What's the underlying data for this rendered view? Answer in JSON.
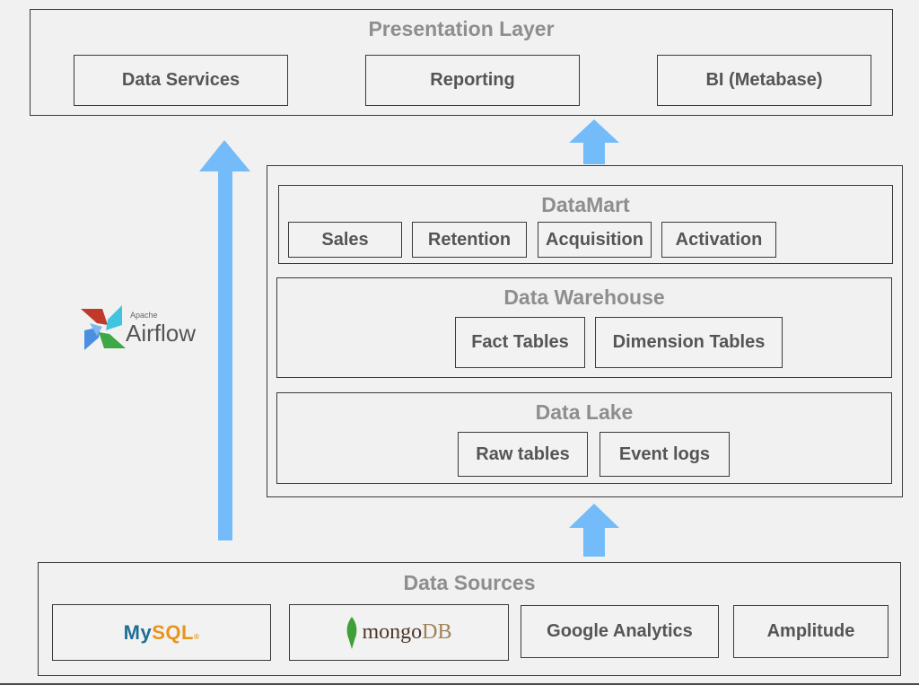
{
  "presentation_layer": {
    "title": "Presentation Layer",
    "items": [
      "Data Services",
      "Reporting",
      "BI (Metabase)"
    ]
  },
  "datamart": {
    "title": "DataMart",
    "items": [
      "Sales",
      "Retention",
      "Acquisition",
      "Activation"
    ]
  },
  "data_warehouse": {
    "title": "Data Warehouse",
    "items": [
      "Fact Tables",
      "Dimension Tables"
    ]
  },
  "data_lake": {
    "title": "Data Lake",
    "items": [
      "Raw tables",
      "Event logs"
    ]
  },
  "data_sources": {
    "title": "Data Sources",
    "mysql": {
      "my": "My",
      "sql": "SQL",
      "reg": "®"
    },
    "mongodb": {
      "mongo": "mongo",
      "db": "DB"
    },
    "items": [
      "Google Analytics",
      "Amplitude"
    ]
  },
  "airflow": {
    "apache": "Apache",
    "name": "Airflow"
  },
  "colors": {
    "arrow": "#74bcf9",
    "mysql_blue": "#1f6f94",
    "mysql_orange": "#e8951c",
    "mongo_brown": "#4e3629",
    "mongo_tan": "#a08258",
    "mongo_leaf": "#3fa037"
  }
}
